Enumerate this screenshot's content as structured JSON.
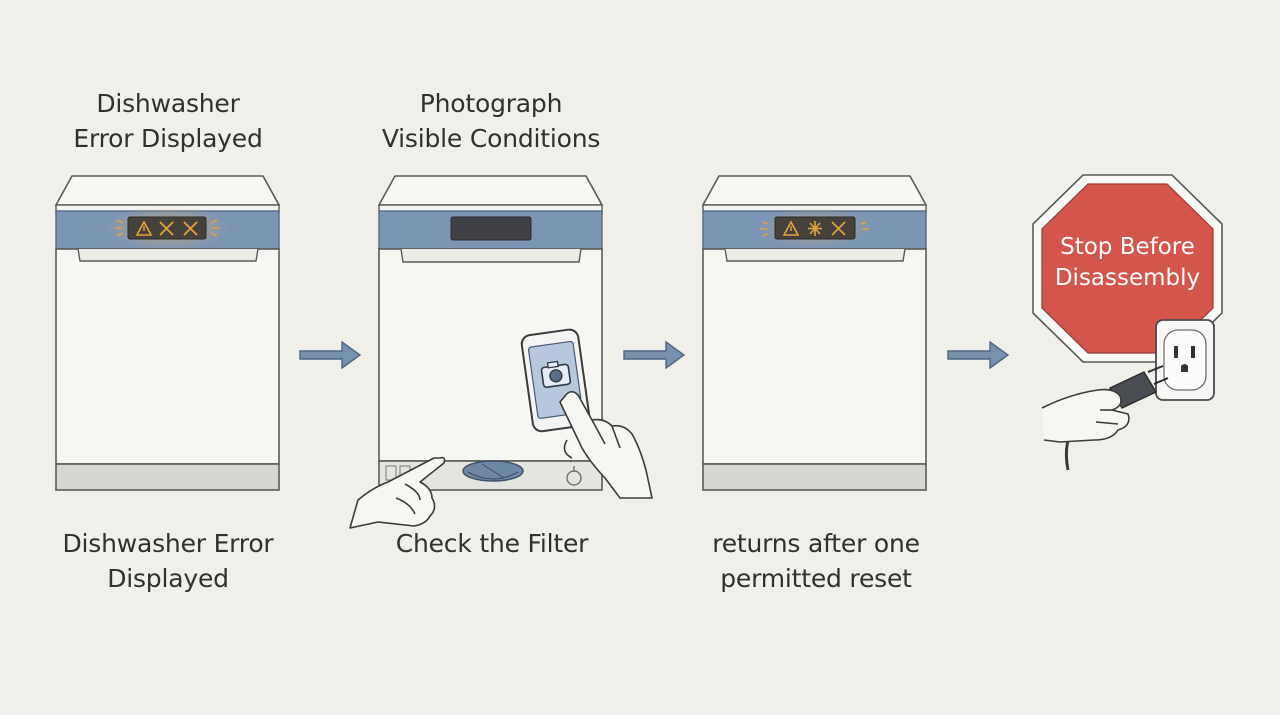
{
  "steps": [
    {
      "top_label": [
        "Dishwasher",
        "Error Displayed"
      ],
      "bottom_label": [
        "Dishwasher Error",
        "Displayed"
      ]
    },
    {
      "top_label": [
        "Photograph",
        "Visible Conditions"
      ],
      "bottom_label": [
        "Check the Filter"
      ]
    },
    {
      "top_label": [],
      "bottom_label": [
        "returns after one",
        "permitted reset"
      ]
    },
    {
      "sign_label": [
        "Stop Before",
        "Disassembly"
      ]
    }
  ],
  "colors": {
    "background": "#f0efea",
    "panel_blue": "#7d95b5",
    "display_amber": "#c8821e",
    "arrow": "#6f8aa8",
    "stop_red": "#d4564b",
    "outline": "#5a5a5a"
  },
  "icons": [
    "warning-icon",
    "tools-icon",
    "camera-icon",
    "power-plug-icon",
    "wall-outlet-icon",
    "stop-sign-icon"
  ]
}
